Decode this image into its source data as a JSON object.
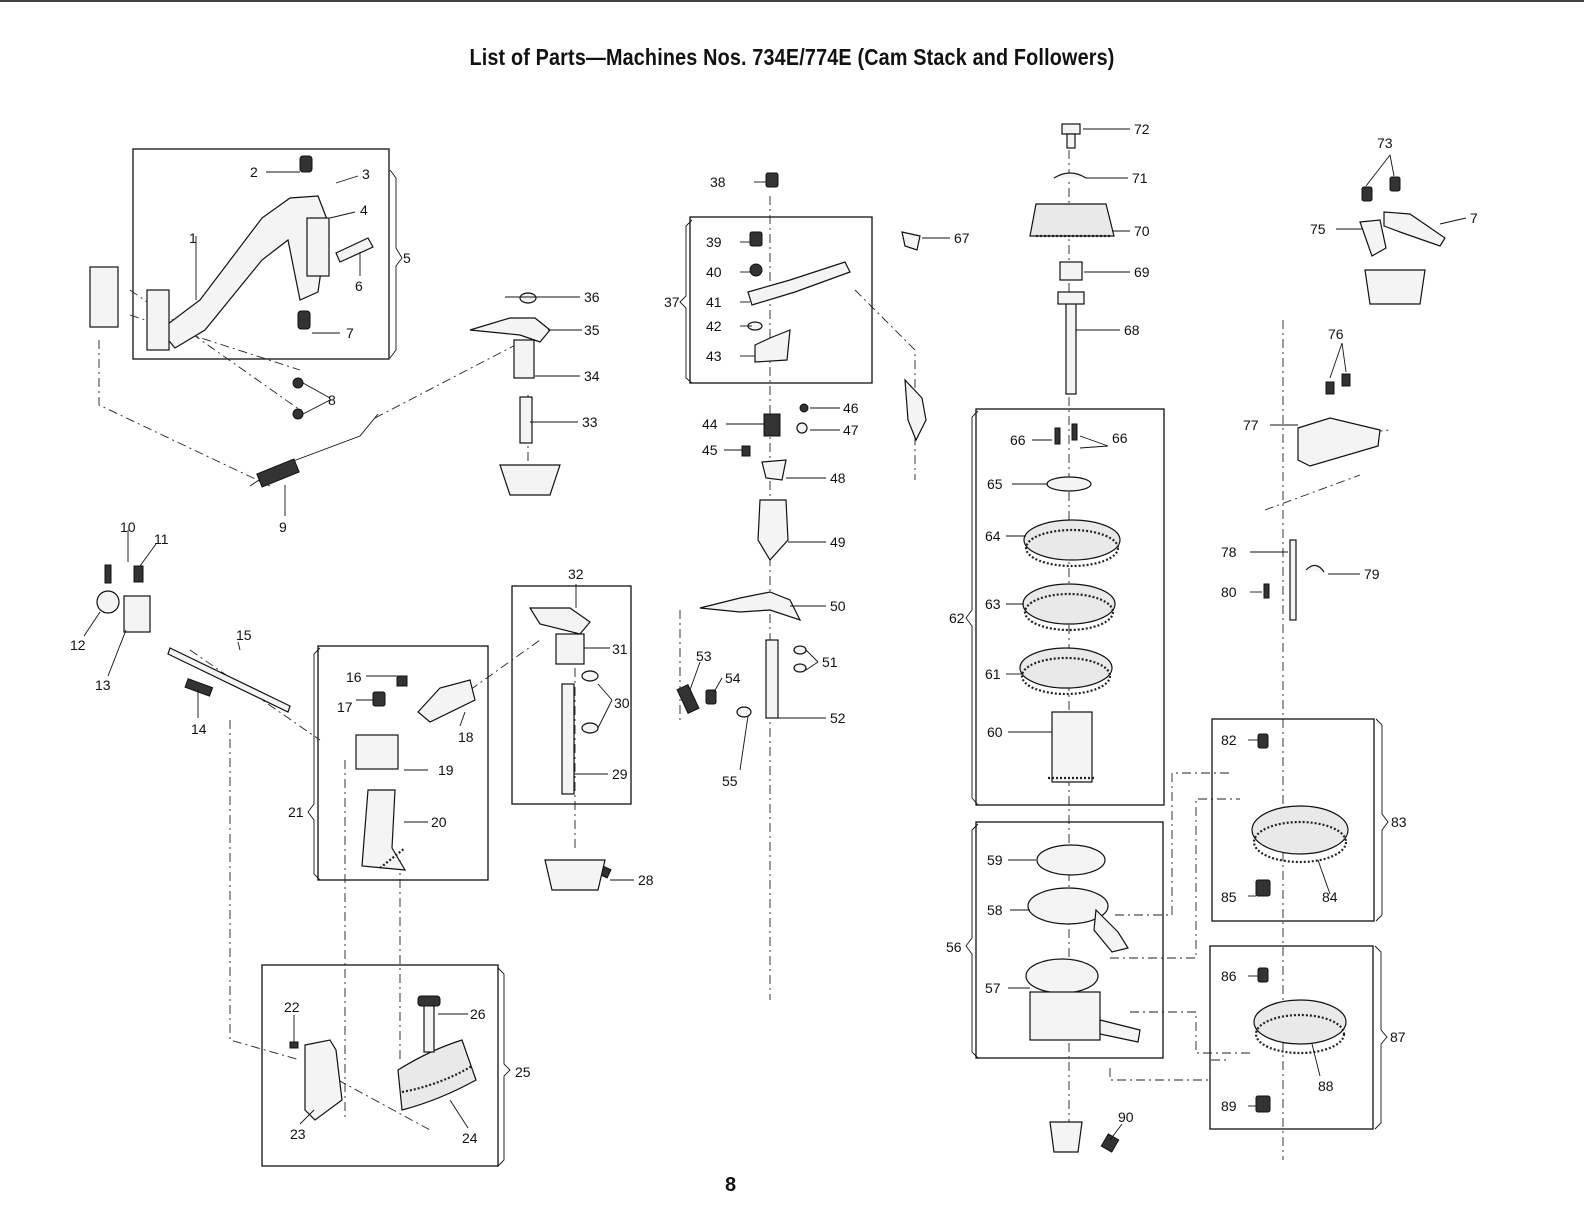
{
  "title": "List of Parts—Machines Nos. 734E/774E (Cam Stack and Followers)",
  "page_number": "8",
  "callouts": [
    "1",
    "2",
    "3",
    "4",
    "5",
    "6",
    "7",
    "8",
    "9",
    "10",
    "11",
    "12",
    "13",
    "14",
    "15",
    "16",
    "17",
    "18",
    "19",
    "20",
    "21",
    "22",
    "23",
    "24",
    "25",
    "26",
    "28",
    "29",
    "30",
    "31",
    "32",
    "33",
    "34",
    "35",
    "36",
    "37",
    "38",
    "39",
    "40",
    "41",
    "42",
    "43",
    "44",
    "45",
    "46",
    "47",
    "48",
    "49",
    "50",
    "51",
    "52",
    "53",
    "54",
    "55",
    "56",
    "57",
    "58",
    "59",
    "60",
    "61",
    "62",
    "63",
    "64",
    "65",
    "66",
    "67",
    "68",
    "69",
    "70",
    "71",
    "72",
    "73",
    "75",
    "76",
    "77",
    "78",
    "79",
    "80",
    "82",
    "83",
    "84",
    "85",
    "86",
    "87",
    "88",
    "89",
    "90"
  ]
}
